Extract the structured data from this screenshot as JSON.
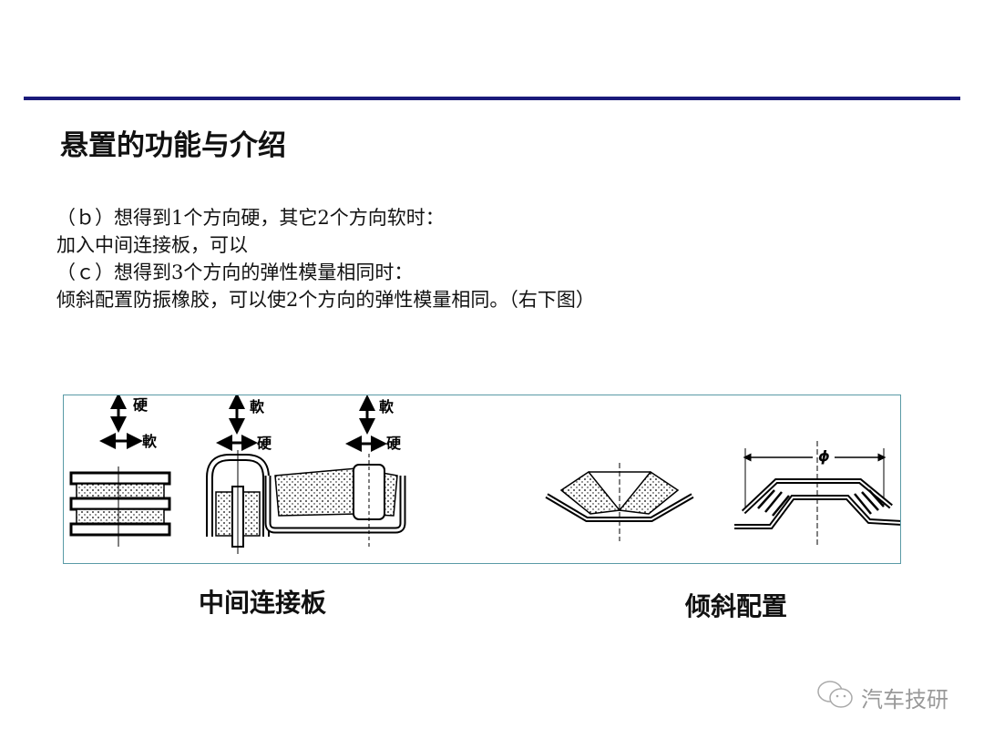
{
  "slide": {
    "title": "悬置的功能与介绍",
    "lines": [
      "（ｂ）想得到1个方向硬，其它2个方向软时：",
      "加入中间连接板，可以",
      "（ｃ）想得到3个方向的弹性模量相同时：",
      "倾斜配置防振橡胶，可以使2个方向的弹性模量相同。（右下图）"
    ]
  },
  "figure": {
    "diagram1": {
      "vertical": "硬",
      "horizontal": "軟"
    },
    "diagram2": {
      "vertical": "軟",
      "horizontal": "硬"
    },
    "diagram3": {
      "vertical": "軟",
      "horizontal": "硬"
    },
    "diameter_symbol": "ϕ"
  },
  "captions": {
    "left": "中间连接板",
    "right": "倾斜配置"
  },
  "watermark": {
    "text": "汽车技研",
    "icon": "wechat-icon"
  },
  "colors": {
    "rule": "#1a1a7a",
    "frame": "#5a9aa6"
  }
}
